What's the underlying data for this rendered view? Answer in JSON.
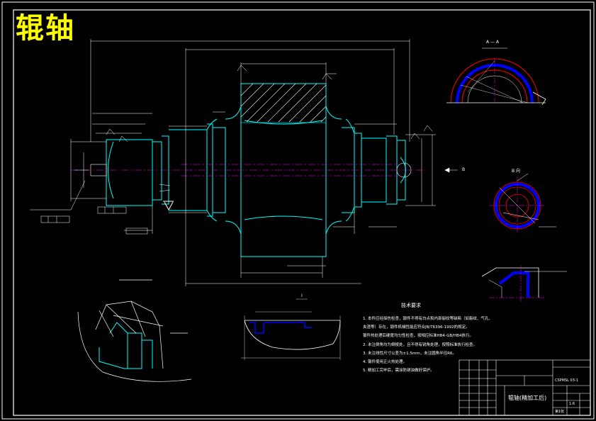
{
  "drawing": {
    "title": "辊轴",
    "colors": {
      "background": "#000000",
      "border": "#ffffff",
      "outline": "#00ffff",
      "dimension": "#ffffff",
      "centerline": "#ff00ff",
      "hatch": "#ffffff",
      "section_arc": "#ff0000",
      "section_fill": "#0000ff",
      "title_text": "#ffff00"
    }
  },
  "views": {
    "section_a": "A — A",
    "view_b": "B 向",
    "detail_i": "I",
    "arrow_b": "B"
  },
  "technical_requirements": {
    "title": "技术要求",
    "items": [
      "1. 本件应经探伤检查，锻件不得有白点和内部裂纹等缺陷（如裂纹、气孔、",
      "   夹渣等）存在，锻件机械性能应符合JB/T6396-1992的规定。",
      "   锻件热处理后硬度均匀性检查，按相应标准HB4-GB/HB4执行。",
      "2. 未注倒角均为倒棱处，且不得有锐角处理，按照标准执行检查。",
      "3. 未注线性尺寸公差为±1.5mm，未注圆角半径R6。",
      "4. 锻件使用正火热处理。",
      "5. 精加工完毕后，需涂防锈油做好保护。"
    ]
  },
  "title_block": {
    "part_name": "辊轴(精加工后)",
    "drawing_no": "CSPMSL 03-1",
    "scale": "1:6",
    "sheet": "第1张"
  }
}
